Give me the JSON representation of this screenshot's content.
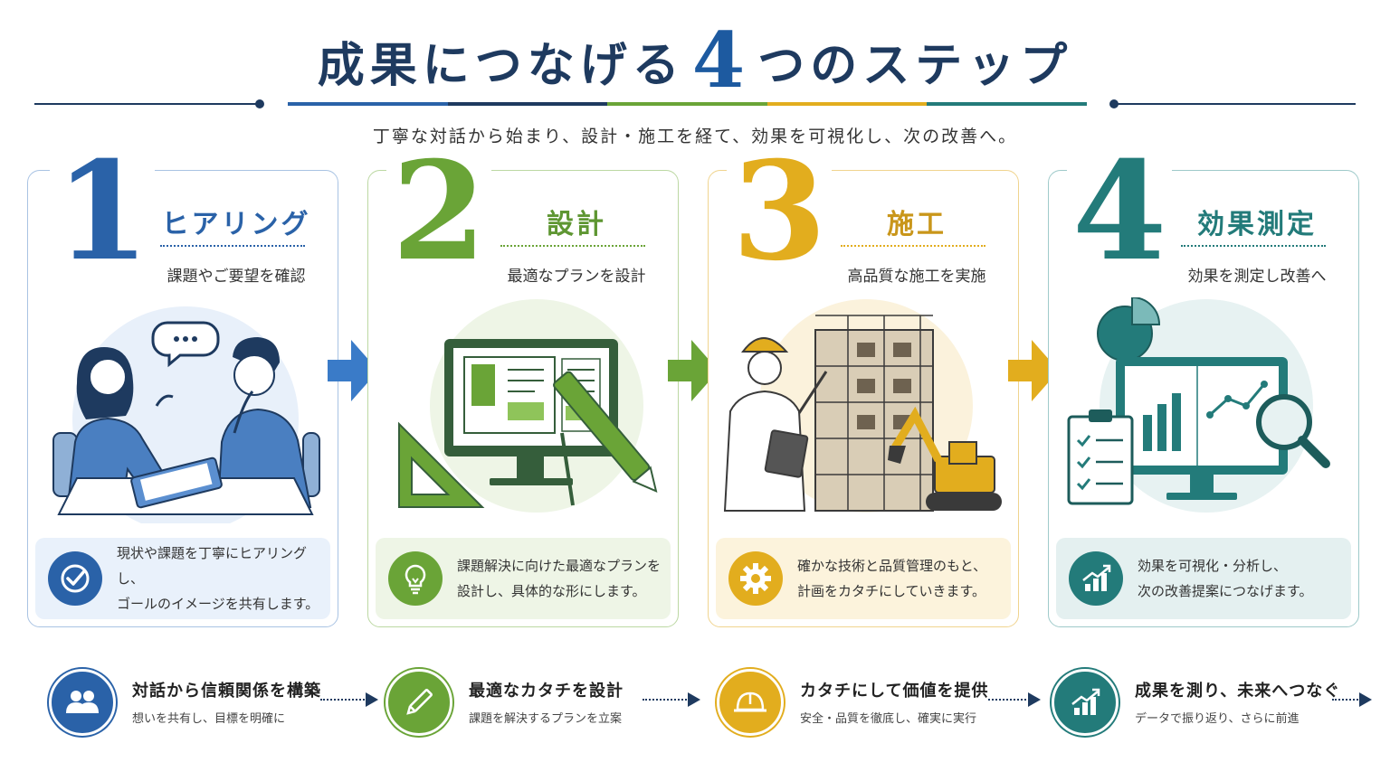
{
  "header": {
    "title_pre": "成果につなげる",
    "title_num": "4",
    "title_post": "つのステップ",
    "subtitle": "丁寧な対話から始まり、設計・施工を経て、効果を可視化し、次の改善へ。"
  },
  "colors": {
    "navy": "#1e3a5f",
    "step1": "#2a62a8",
    "step2": "#6aa437",
    "step3": "#e2ad1e",
    "step4": "#237b7a"
  },
  "steps": [
    {
      "number": "1",
      "title": "ヒアリング",
      "subtitle": "課題やご要望を確認",
      "illustration": "two-people-meeting-illustration",
      "desc_icon": "check-circle-icon",
      "desc_line1": "現状や課題を丁寧にヒアリングし、",
      "desc_line2": "ゴールのイメージを共有します。"
    },
    {
      "number": "2",
      "title": "設計",
      "subtitle": "最適なプランを設計",
      "illustration": "monitor-design-illustration",
      "desc_icon": "lightbulb-icon",
      "desc_line1": "課題解決に向けた最適なプランを",
      "desc_line2": "設計し、具体的な形にします。"
    },
    {
      "number": "3",
      "title": "施工",
      "subtitle": "高品質な施工を実施",
      "illustration": "construction-site-illustration",
      "desc_icon": "gear-icon",
      "desc_line1": "確かな技術と品質管理のもと、",
      "desc_line2": "計画をカタチにしていきます。"
    },
    {
      "number": "4",
      "title": "効果測定",
      "subtitle": "効果を測定し改善へ",
      "illustration": "analytics-dashboard-illustration",
      "desc_icon": "growth-chart-icon",
      "desc_line1": "効果を可視化・分析し、",
      "desc_line2": "次の改善提案につなげます。"
    }
  ],
  "bottom": [
    {
      "icon": "people-icon",
      "title": "対話から信頼関係を構築",
      "subtitle": "想いを共有し、目標を明確に"
    },
    {
      "icon": "pencil-icon",
      "title": "最適なカタチを設計",
      "subtitle": "課題を解決するプランを立案"
    },
    {
      "icon": "hardhat-icon",
      "title": "カタチにして価値を提供",
      "subtitle": "安全・品質を徹底し、確実に実行"
    },
    {
      "icon": "growth-chart-icon",
      "title": "成果を測り、未来へつなぐ",
      "subtitle": "データで振り返り、さらに前進"
    }
  ]
}
